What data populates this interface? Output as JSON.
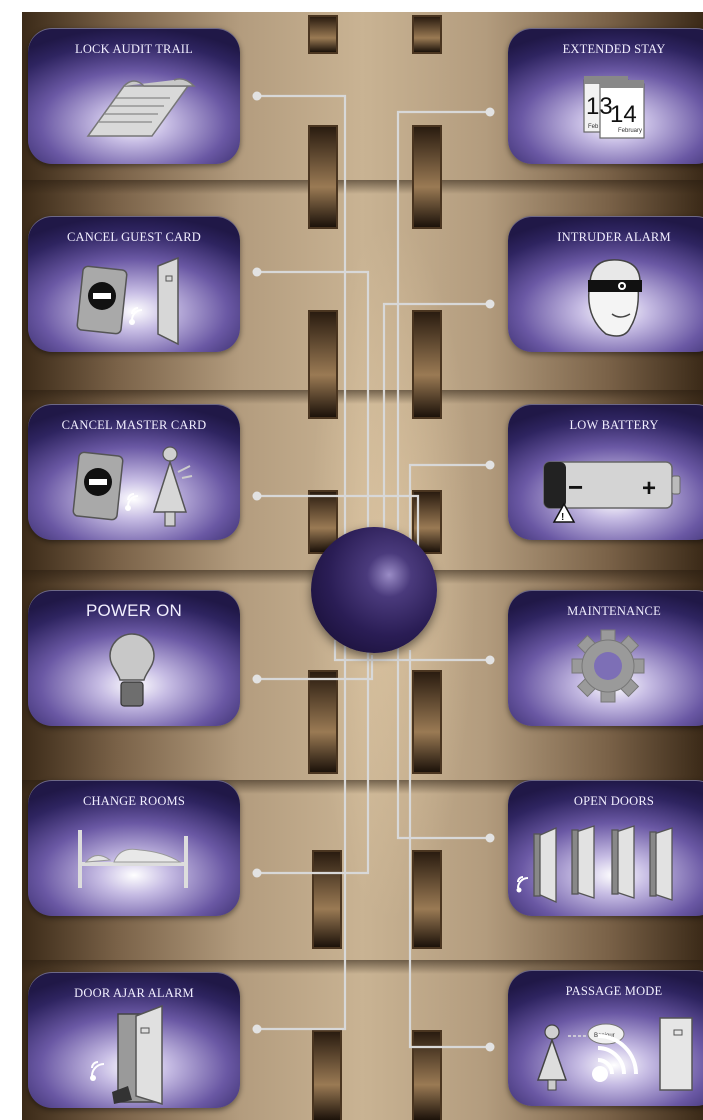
{
  "left_cards": [
    {
      "title": "LOCK AUDIT TRAIL",
      "icon": "scroll-icon"
    },
    {
      "title": "CANCEL GUEST CARD",
      "icon": "cancel-guest-card-icon"
    },
    {
      "title": "CANCEL MASTER CARD",
      "icon": "cancel-master-card-icon"
    },
    {
      "title": "POWER ON",
      "icon": "lightbulb-icon"
    },
    {
      "title": "CHANGE ROOMS",
      "icon": "bed-icon"
    },
    {
      "title": "DOOR AJAR ALARM",
      "icon": "door-ajar-icon"
    }
  ],
  "right_cards": [
    {
      "title": "EXTENDED STAY",
      "icon": "calendar-icon",
      "calendar": {
        "day1": "13",
        "day2": "14",
        "month1": "Feb",
        "month2": "February"
      }
    },
    {
      "title": "INTRUDER ALARM",
      "icon": "burglar-icon"
    },
    {
      "title": "LOW BATTERY",
      "icon": "battery-icon",
      "minus": "−",
      "plus": "+",
      "warn": "!"
    },
    {
      "title": "MAINTENANCE",
      "icon": "gear-icon"
    },
    {
      "title": "OPEN DOORS",
      "icon": "doors-icon"
    },
    {
      "title": "PASSAGE MODE",
      "icon": "passage-mode-icon",
      "bubble": "Bonjour"
    }
  ],
  "colors": {
    "card_dark": "#201847",
    "card_mid": "#6a58a4",
    "wire": "#d8d8d8",
    "hub": "#2a1d55"
  }
}
